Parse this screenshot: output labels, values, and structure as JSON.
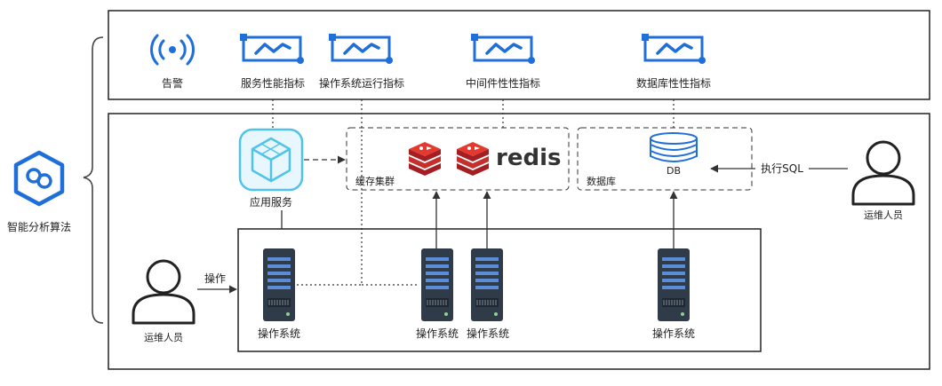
{
  "algorithm": {
    "label": "智能分析算法"
  },
  "metrics": {
    "alert": "告警",
    "service": "服务性能指标",
    "os": "操作系统运行指标",
    "middleware": "中间件性性指标",
    "database": "数据库性性指标"
  },
  "app_service": {
    "label": "应用服务"
  },
  "cache": {
    "group_label": "缓存集群",
    "brand": "redis"
  },
  "database": {
    "group_label": "数据库",
    "db_label": "DB"
  },
  "ops_right": {
    "label": "运维人员",
    "action": "执行SQL"
  },
  "ops_left": {
    "label": "运维人员",
    "action": "操作"
  },
  "servers": [
    {
      "label": "操作系统"
    },
    {
      "label": "操作系统"
    },
    {
      "label": "操作系统"
    },
    {
      "label": "操作系统"
    }
  ],
  "colors": {
    "accent_blue": "#1E6FD9",
    "redis_red": "#C6302B",
    "server_dark": "#2F3B49",
    "app_cyan": "#4FC3E8"
  }
}
